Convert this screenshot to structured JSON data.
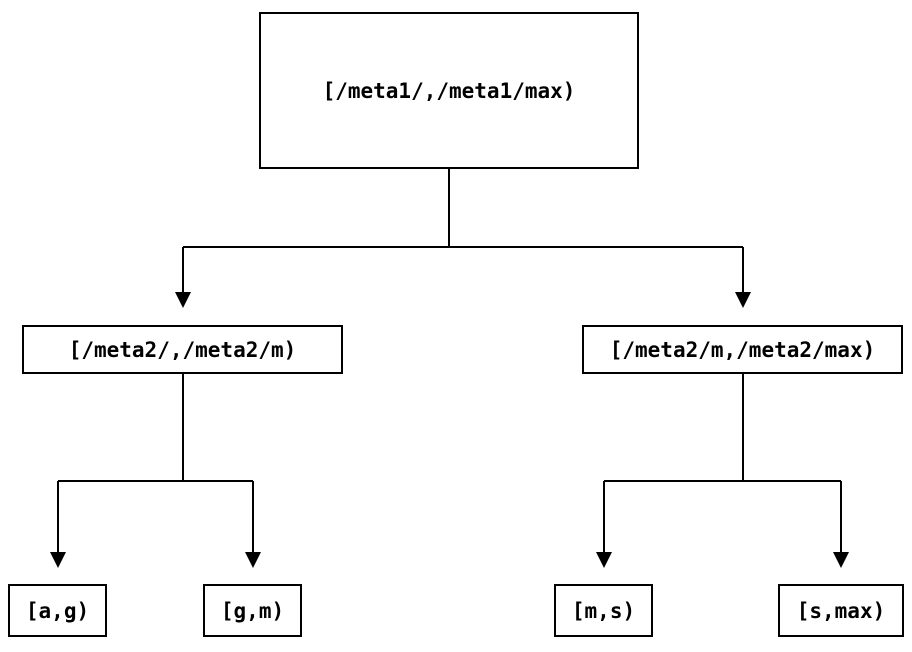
{
  "diagram": {
    "type": "tree",
    "description": "Interval partition tree with metadata ranges split into key ranges",
    "colors": {
      "background": "#ffffff",
      "line": "#000000",
      "text": "#000000"
    },
    "nodes": {
      "root": {
        "label": "[/meta1/,/meta1/max)"
      },
      "left": {
        "label": "[/meta2/,/meta2/m)"
      },
      "right": {
        "label": "[/meta2/m,/meta2/max)"
      },
      "leaf_ag": {
        "label": "[a,g)"
      },
      "leaf_gm": {
        "label": "[g,m)"
      },
      "leaf_ms": {
        "label": "[m,s)"
      },
      "leaf_smax": {
        "label": "[s,max)"
      }
    },
    "edges": [
      {
        "from": "root",
        "to": "left"
      },
      {
        "from": "root",
        "to": "right"
      },
      {
        "from": "left",
        "to": "leaf_ag"
      },
      {
        "from": "left",
        "to": "leaf_gm"
      },
      {
        "from": "right",
        "to": "leaf_ms"
      },
      {
        "from": "right",
        "to": "leaf_smax"
      }
    ]
  }
}
